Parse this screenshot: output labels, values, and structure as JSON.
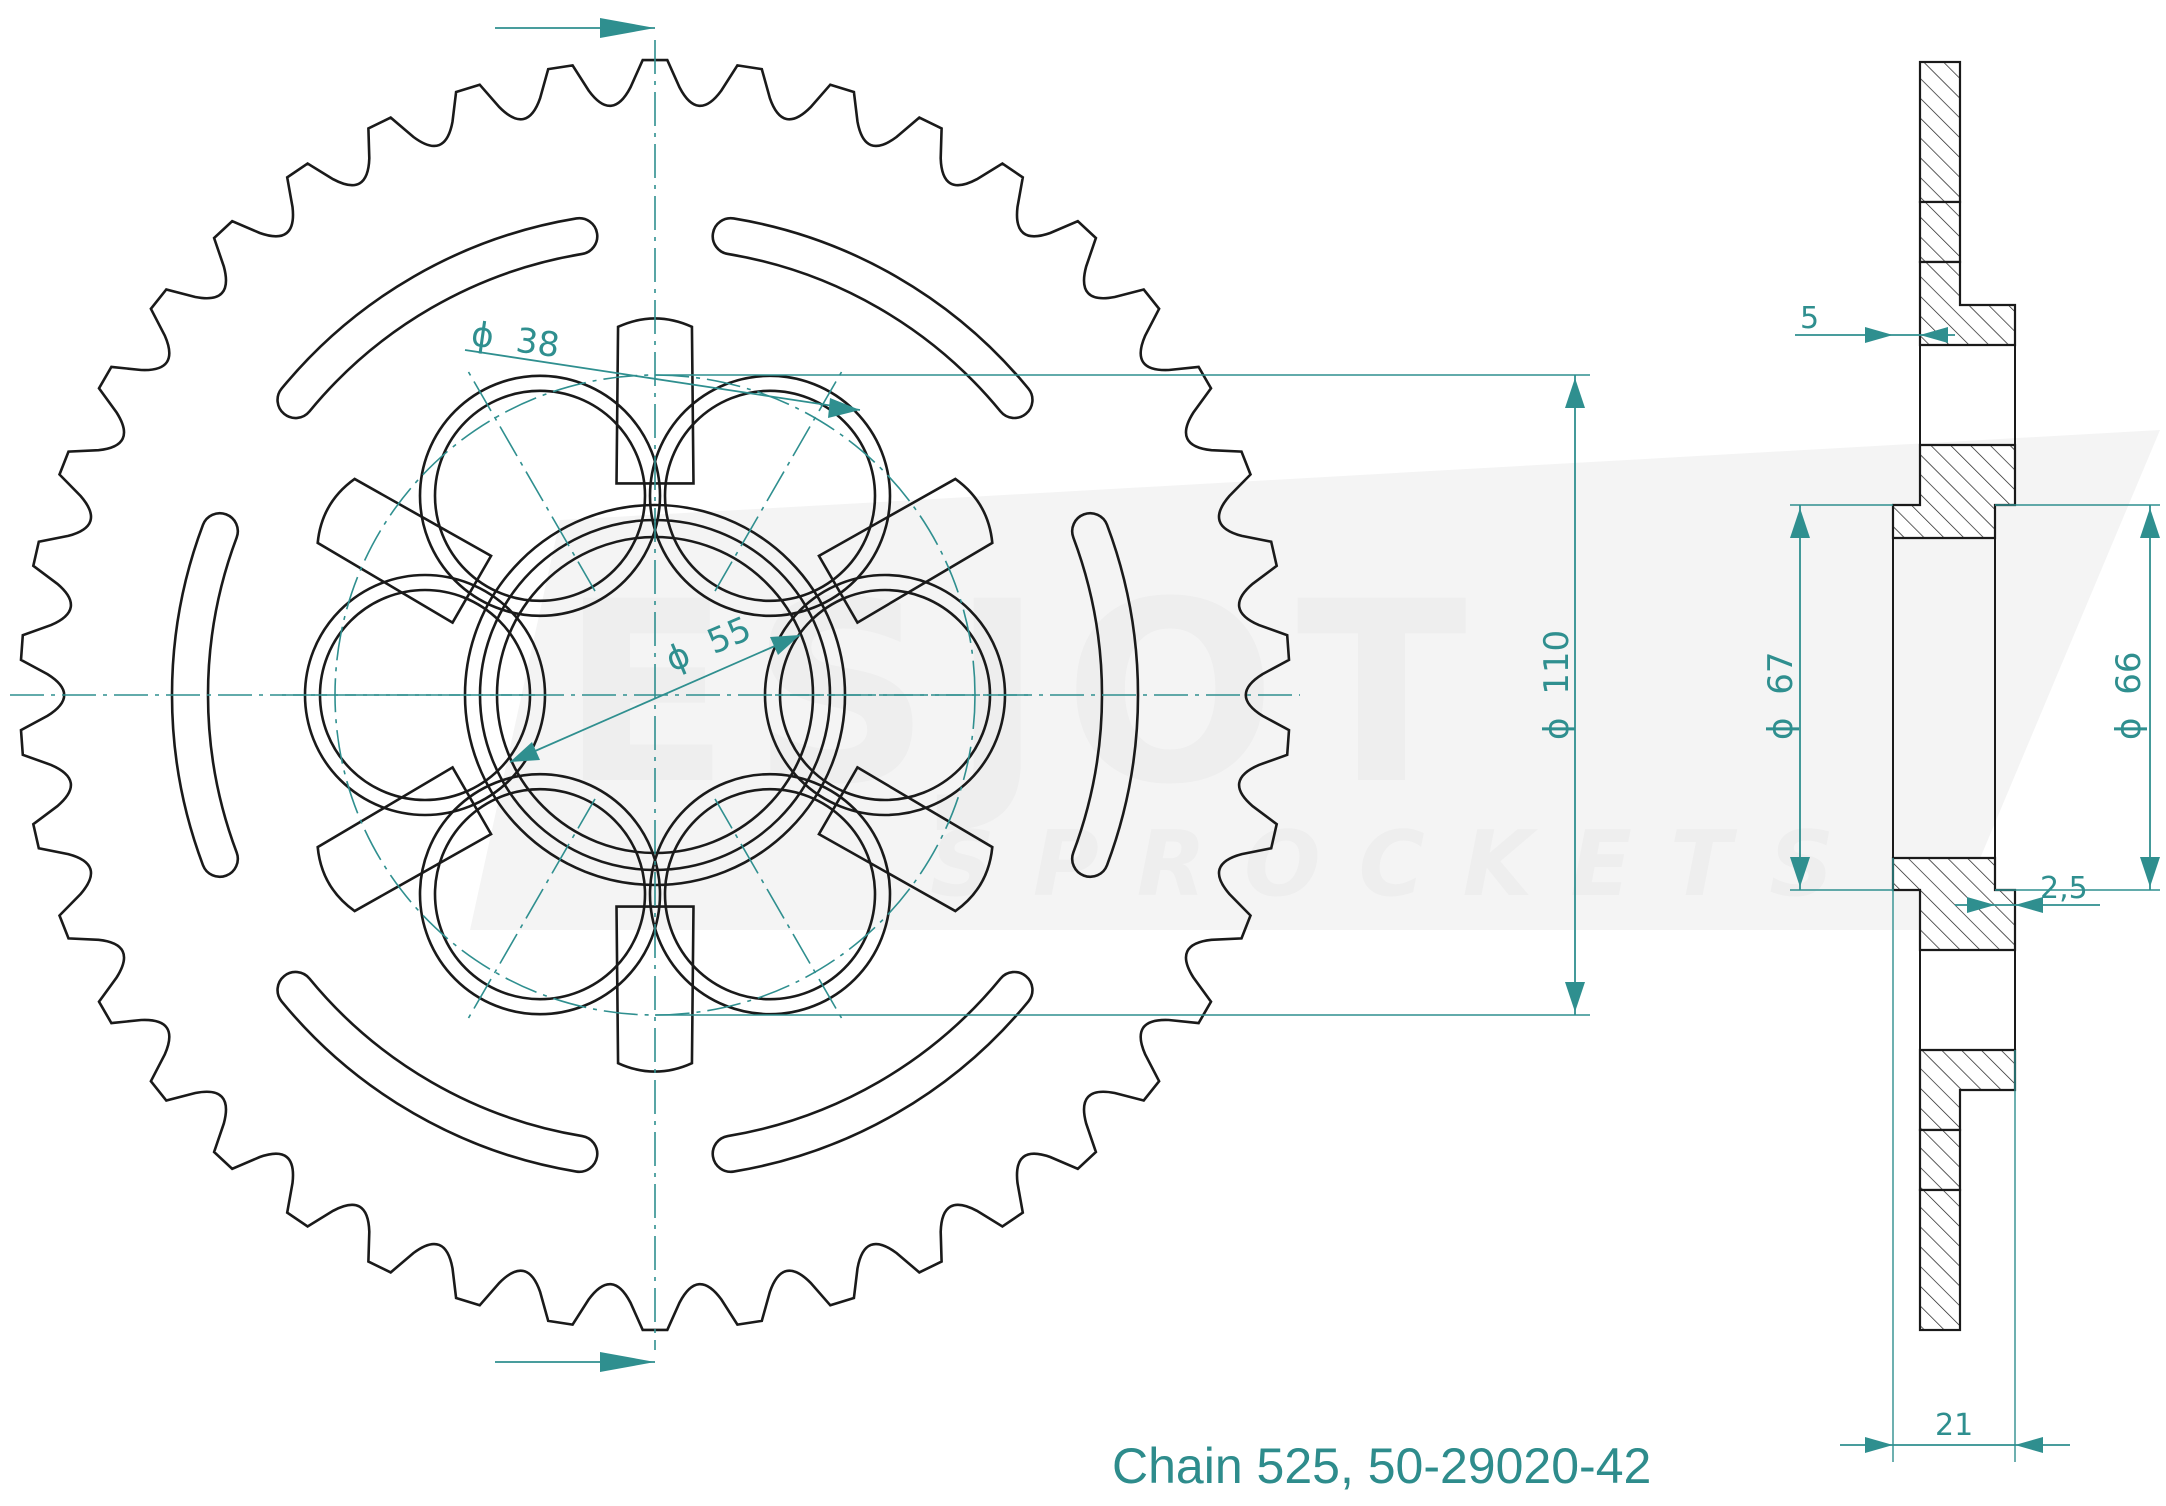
{
  "drawing": {
    "caption": "Chain 525, 50-29020-42",
    "watermark": {
      "brand": "ESJOT",
      "subline": "SPROCKETS"
    },
    "teeth_count": 42,
    "bolt_holes": 6,
    "slots": 6,
    "colors": {
      "outline": "#1a1a1a",
      "dimension": "#2f8f8f",
      "caption": "#2e8c8c"
    },
    "dimensions": {
      "bolt_hole": {
        "symbol": "ϕ",
        "value": "38"
      },
      "center_bore": {
        "symbol": "ϕ",
        "value": "55"
      },
      "bolt_circle": {
        "symbol": "ϕ",
        "value": "110"
      },
      "hub_outer": {
        "symbol": "ϕ",
        "value": "67"
      },
      "hub_inner": {
        "symbol": "ϕ",
        "value": "66"
      },
      "plate_thickness": "5",
      "step": "2,5",
      "total_width": "21"
    }
  }
}
